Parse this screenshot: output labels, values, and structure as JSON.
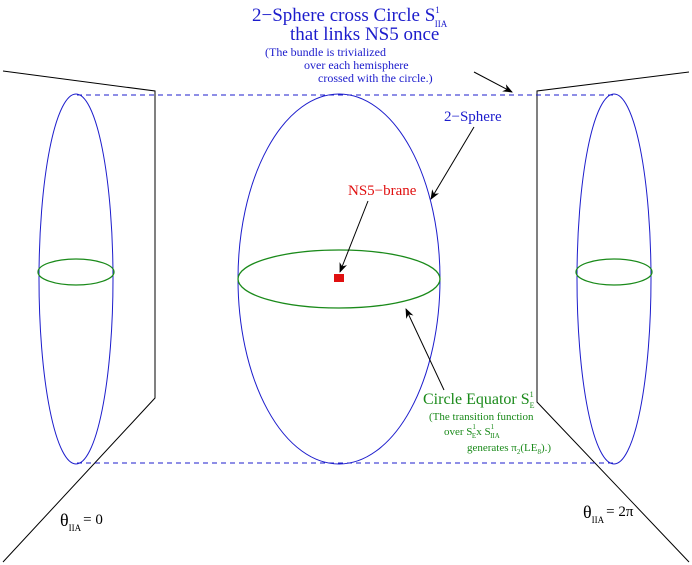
{
  "title": {
    "line1_prefix": "2−Sphere cross Circle S",
    "line1_sup": "1",
    "line1_sub": "IIA",
    "line2": "that links NS5 once",
    "note1": "(The bundle is trivialized",
    "note2": "over each hemisphere",
    "note3": "crossed with the circle.)"
  },
  "labels": {
    "sphere": "2−Sphere",
    "ns5": "NS5−brane",
    "equator_prefix": "Circle Equator S",
    "equator_sup": "1",
    "equator_sub": "E",
    "transition1": "(The transition function",
    "transition2_a": "over S",
    "transition2_a_sup": "1",
    "transition2_a_sub": "E",
    "transition2_b": "x S",
    "transition2_b_sup": "1",
    "transition2_b_sub": "IIA",
    "transition3_a": "generates π",
    "transition3_sub": "2",
    "transition3_b": "(LE",
    "transition3_sub2": "8",
    "transition3_c": ").)",
    "theta_left_sym": "θ",
    "theta_left_sub": "IIA",
    "theta_left_val": "= 0",
    "theta_right_sym": "θ",
    "theta_right_sub": "IIA",
    "theta_right_val": "= 2π"
  },
  "colors": {
    "blue": "#1c1ccc",
    "green": "#1a8a1a",
    "red": "#e01010",
    "black": "#000000"
  }
}
